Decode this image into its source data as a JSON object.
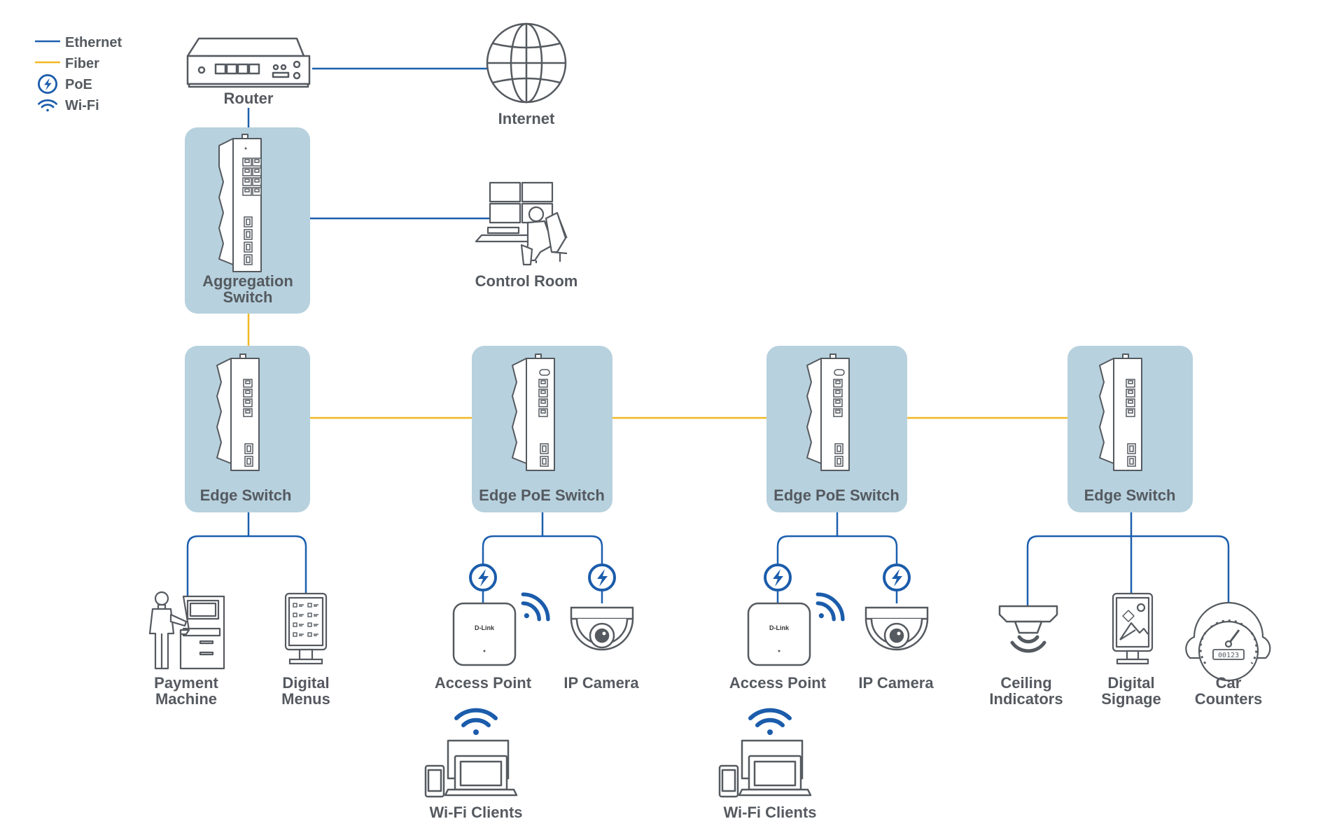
{
  "legend": {
    "ethernet": "Ethernet",
    "fiber": "Fiber",
    "poe": "PoE",
    "wifi": "Wi-Fi"
  },
  "colors": {
    "ethernet": "#1c5fae",
    "fiber": "#f2b824",
    "panel": "#b7d1de",
    "icon_stroke": "#555a60",
    "poe_blue": "#1b5cab",
    "text": "#555a60"
  },
  "nodes": {
    "router": "Router",
    "internet": "Internet",
    "aggregation_line1": "Aggregation",
    "aggregation_line2": "Switch",
    "control_room": "Control Room",
    "edge_switch_1": "Edge Switch",
    "edge_poe_switch_1": "Edge PoE Switch",
    "edge_poe_switch_2": "Edge PoE Switch",
    "edge_switch_2": "Edge Switch"
  },
  "devices": {
    "payment_line1": "Payment",
    "payment_line2": "Machine",
    "menus_line1": "Digital",
    "menus_line2": "Menus",
    "access_point_1": "Access Point",
    "ip_camera_1": "IP Camera",
    "access_point_2": "Access Point",
    "ip_camera_2": "IP Camera",
    "ceiling_line1": "Ceiling",
    "ceiling_line2": "Indicators",
    "signage_line1": "Digital",
    "signage_line2": "Signage",
    "car_line1": "Car",
    "car_line2": "Counters",
    "wifi_clients_1": "Wi-Fi Clients",
    "wifi_clients_2": "Wi-Fi Clients"
  },
  "device_text": {
    "ap_brand": "D-Link",
    "counter_digits": "00123"
  }
}
